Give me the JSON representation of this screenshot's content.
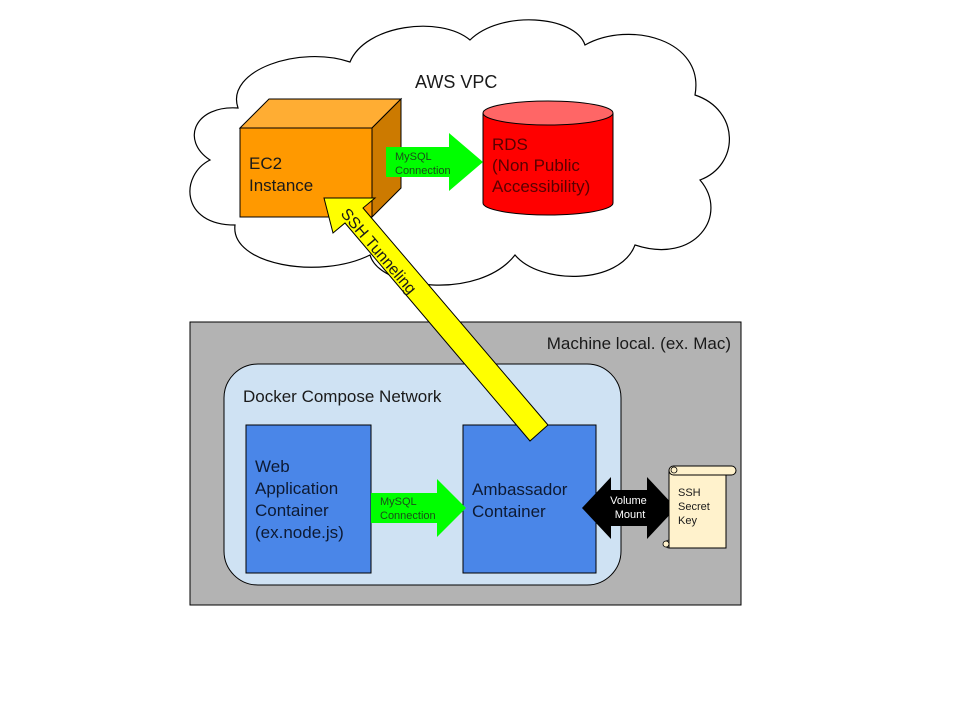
{
  "diagram": {
    "cloud": {
      "label": "AWS VPC",
      "fill": "#ffffff"
    },
    "ec2": {
      "lines": [
        "EC2",
        "Instance"
      ],
      "colors": {
        "front": "#ff9900",
        "top": "#ffad33",
        "side": "#cc7a00"
      }
    },
    "rds": {
      "lines": [
        "RDS",
        "(Non Public",
        "Accessibility)"
      ],
      "colors": {
        "body": "#ff0000",
        "top": "#ff6666"
      }
    },
    "mysql_top": {
      "lines": [
        "MySQL",
        "Connection"
      ],
      "color": "#00ff00"
    },
    "ssh_tunnel": {
      "label": "SSH Tunneling",
      "color": "#ffff00"
    },
    "machine": {
      "label": "Machine local. (ex. Mac)",
      "color": "#b3b3b3"
    },
    "docker_network": {
      "label": "Docker Compose Network",
      "color": "#cfe2f3"
    },
    "web_app": {
      "lines": [
        "Web",
        "Application",
        "Container",
        "(ex.node.js)"
      ],
      "color": "#4a86e8"
    },
    "mysql_bottom": {
      "lines": [
        "MySQL",
        "Connection"
      ],
      "color": "#00ff00"
    },
    "ambassador": {
      "lines": [
        "Ambassador",
        "Container"
      ],
      "color": "#4a86e8"
    },
    "volume_mount": {
      "lines": [
        "Volume",
        "Mount"
      ],
      "color": "#000000"
    },
    "ssh_key": {
      "lines": [
        "SSH",
        "Secret",
        "Key"
      ],
      "color": "#fff2cc"
    }
  }
}
